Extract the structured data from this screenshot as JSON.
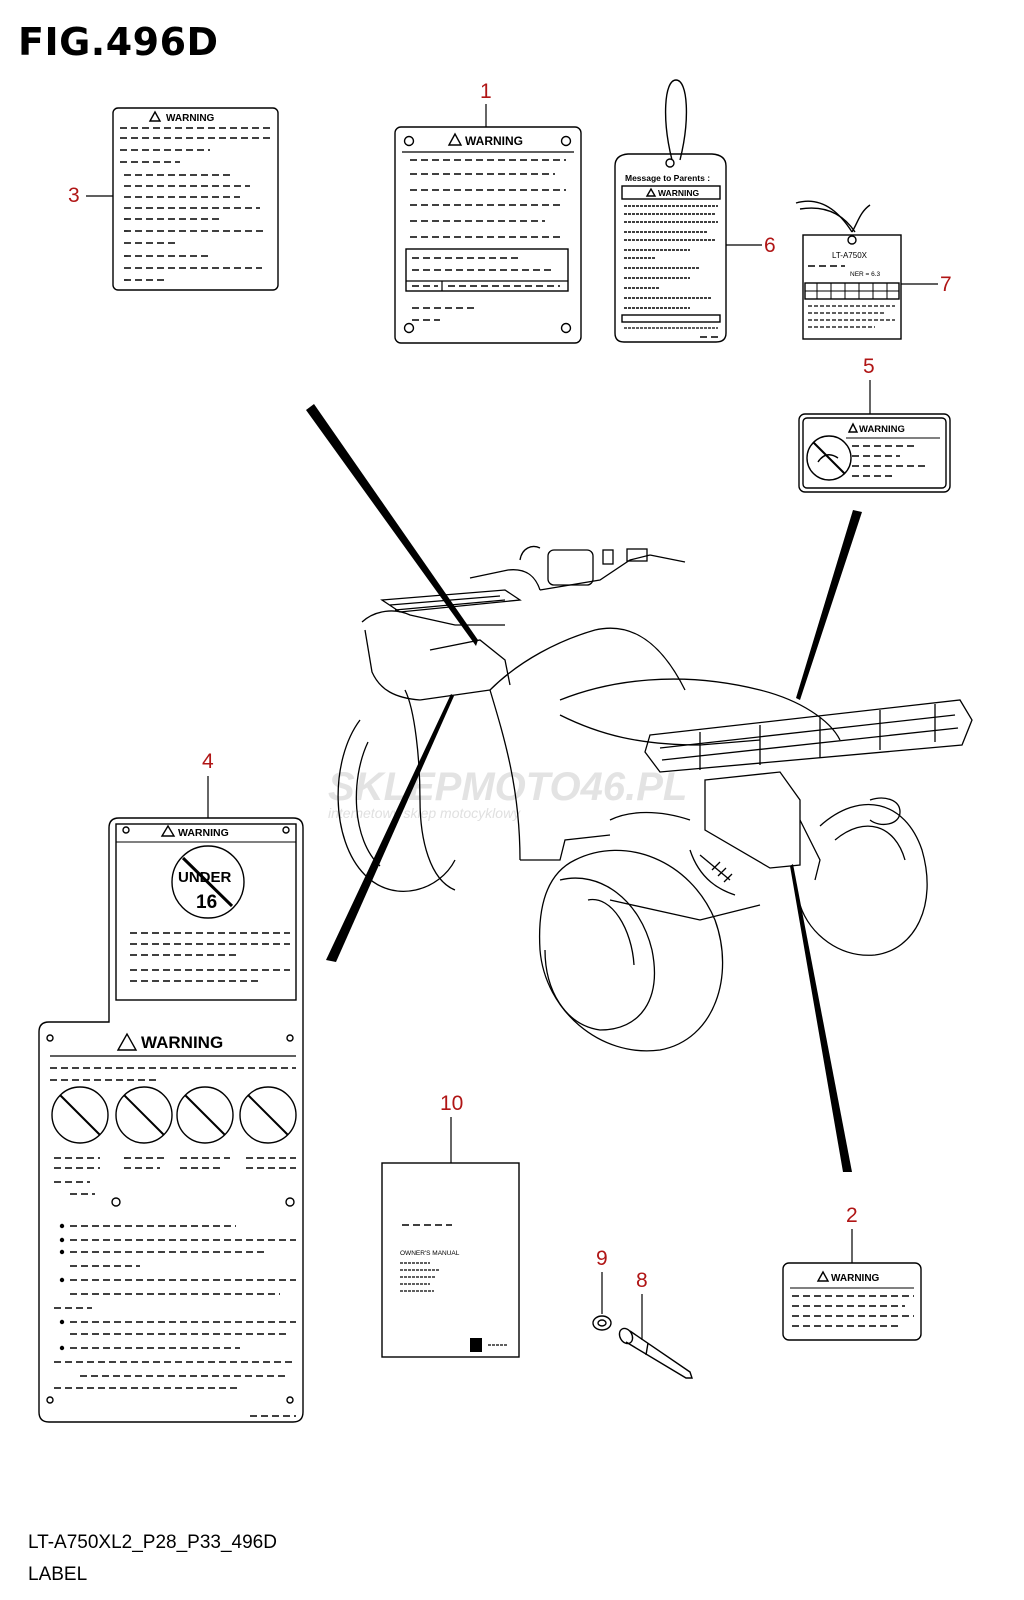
{
  "figure": {
    "title": "FIG.496D",
    "model_code": "LT-A750XL2_P28_P33_496D",
    "description": "LABEL"
  },
  "callouts": [
    "1",
    "2",
    "3",
    "4",
    "5",
    "6",
    "7",
    "8",
    "9",
    "10"
  ],
  "label_texts": {
    "warning": "WARNING",
    "message_to_parents": "Message to Parents :",
    "under": "UNDER",
    "age": "16",
    "model_tag": "LT-A750X",
    "tag_spec": "NER = 6.3",
    "manual_title": "OWNER'S MANUAL"
  },
  "watermark": {
    "brand_part1": "SKLEP",
    "brand_part2": "MOTO",
    "brand_part3": "46",
    "brand_part4": ".PL",
    "tagline": "internetowy sklep motocyklowy"
  },
  "colors": {
    "callout": "#b01515",
    "line": "#000000",
    "watermark": "#e3e3e3"
  }
}
